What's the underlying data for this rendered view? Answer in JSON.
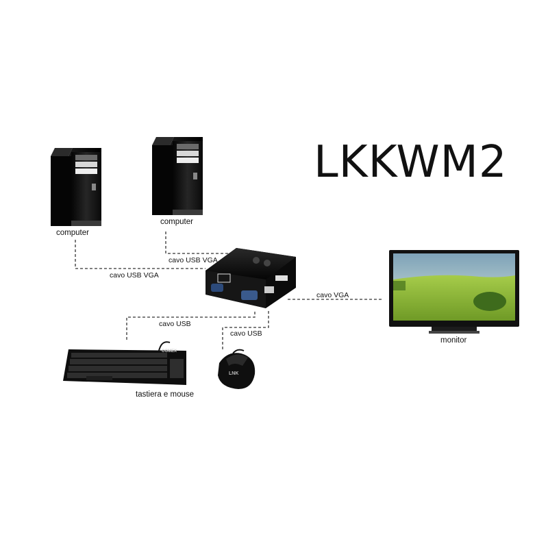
{
  "diagram": {
    "title": "LKKWM2",
    "devices": {
      "computer_left": "computer",
      "computer_right": "computer",
      "monitor": "monitor",
      "keyboard_mouse": "tastiera e mouse"
    },
    "cables": {
      "usb_vga_right": "cavo USB VGA",
      "usb_vga_left": "cavo USB VGA",
      "vga_monitor": "cavo VGA",
      "usb_keyboard": "cavo USB",
      "usb_mouse": "cavo USB"
    },
    "brands": {
      "keyboard": "COMEX",
      "mouse": "LNK"
    }
  },
  "colors": {
    "device_black": "#111111",
    "cable_line": "#333333",
    "monitor_grass": "#8fc03a",
    "monitor_sky": "#cfe6d6"
  }
}
